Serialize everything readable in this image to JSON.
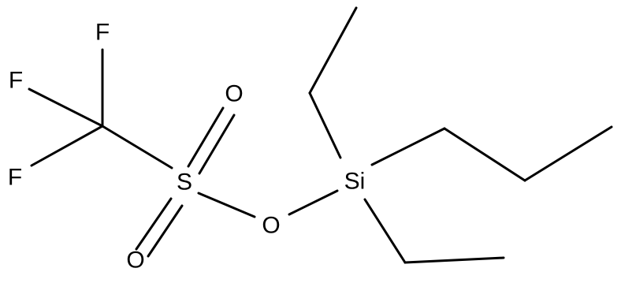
{
  "atoms": {
    "f_top": "F",
    "f_left": "F",
    "f_bottom": "F",
    "s": "S",
    "o_double_top": "O",
    "o_double_bottom": "O",
    "o_bridge": "O",
    "si": "Si"
  },
  "colors": {
    "ink": "#000000",
    "background": "#ffffff"
  }
}
